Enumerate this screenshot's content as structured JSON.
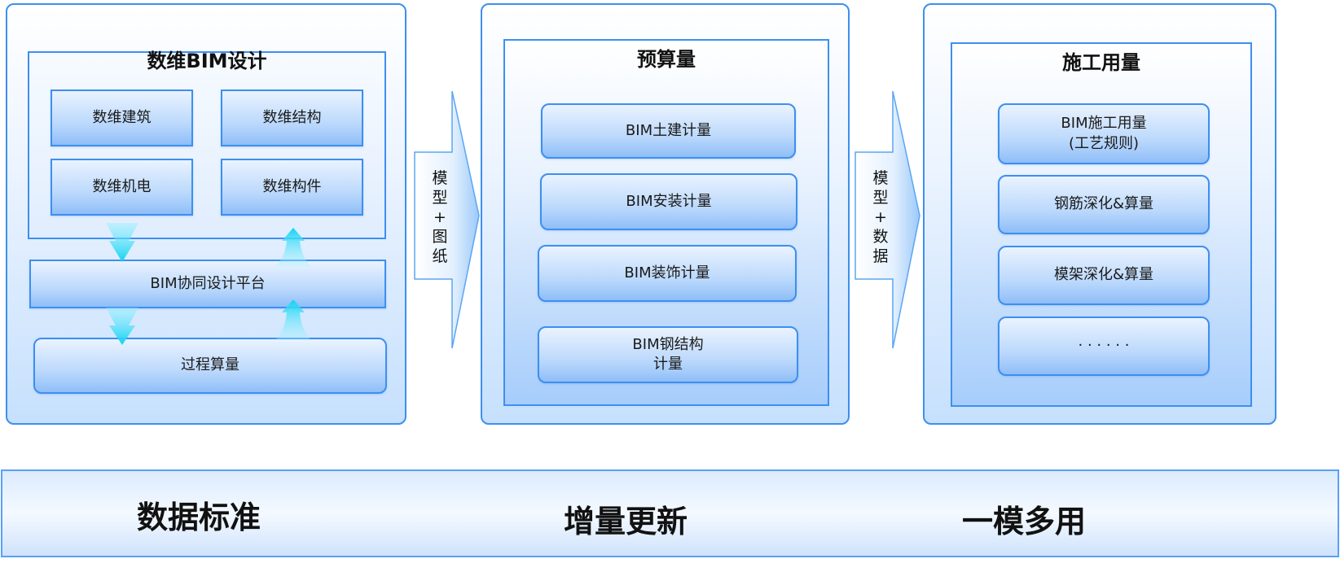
{
  "panel1": {
    "title": "数维BIM设计",
    "items": [
      "数维建筑",
      "数维结构",
      "数维机电",
      "数维构件"
    ],
    "platform": "BIM协同设计平台",
    "process": "过程算量"
  },
  "arrow1": {
    "chars": [
      "模",
      "型",
      "+",
      "图",
      "纸"
    ]
  },
  "panel2": {
    "title": "预算量",
    "items": [
      "BIM土建计量",
      "BIM安装计量",
      "BIM装饰计量"
    ],
    "item4_line1": "BIM钢结构",
    "item4_line2": "计量"
  },
  "arrow2": {
    "chars": [
      "模",
      "型",
      "+",
      "数",
      "据"
    ]
  },
  "panel3": {
    "title": "施工用量",
    "item1_line1": "BIM施工用量",
    "item1_line2": "(工艺规则)",
    "items": [
      "钢筋深化&算量",
      "模架深化&算量"
    ],
    "more": "· · · · · ·"
  },
  "bottom": {
    "slogans": [
      "数据标准",
      "增量更新",
      "一模多用"
    ]
  },
  "colors": {
    "border": "#3d8ff0",
    "flow_arrow": "#19d6f4"
  }
}
